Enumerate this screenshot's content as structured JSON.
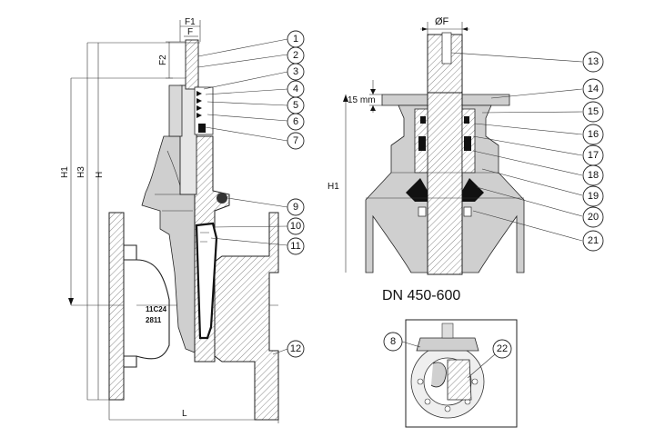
{
  "dimensions": {
    "f1": "F1",
    "f": "F",
    "f2": "F2",
    "h1": "H1",
    "h3": "H3",
    "h": "H",
    "l": "L",
    "phi_f": "ØF",
    "h1_right": "H1",
    "mm15": "15 mm"
  },
  "body_marking": {
    "line1": "11C24",
    "line2": "2811"
  },
  "section_title": "DN 450-600",
  "callouts": {
    "left": [
      "1",
      "2",
      "3",
      "4",
      "5",
      "6",
      "7",
      "9",
      "10",
      "11",
      "12"
    ],
    "right": [
      "13",
      "14",
      "15",
      "16",
      "17",
      "18",
      "19",
      "20",
      "21"
    ],
    "inset": [
      "8",
      "22"
    ]
  },
  "colors": {
    "line": "#222222",
    "fill_grey": "#cfcfcf",
    "background": "#ffffff"
  }
}
